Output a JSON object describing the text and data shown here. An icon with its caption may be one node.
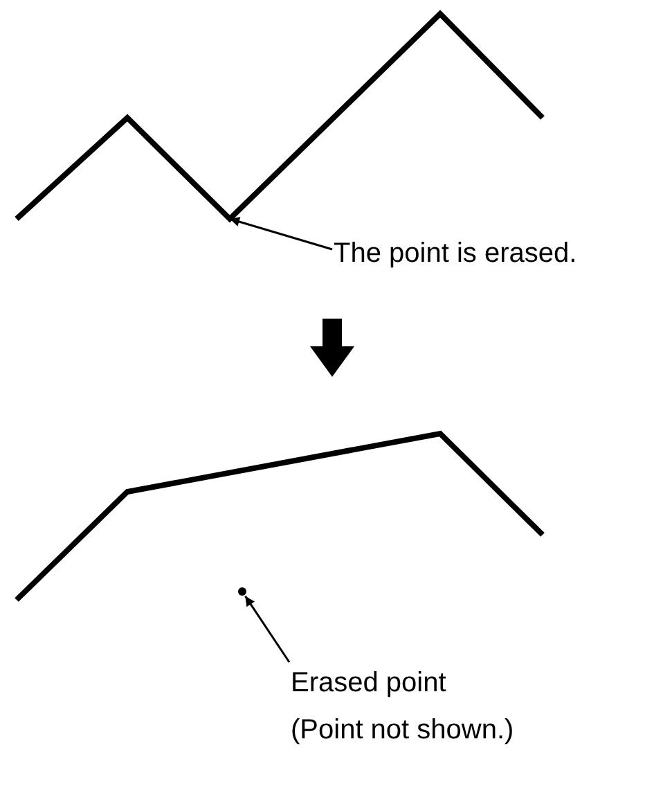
{
  "diagram": {
    "nodes": [
      {
        "text": [
          "The point is erased."
        ]
      },
      {
        "text": [],
        "shape": "dot"
      },
      {
        "text": [
          "Erased point",
          "(Point not shown.)"
        ]
      }
    ],
    "edges": [
      {
        "from": 0,
        "to": null,
        "arrow": "to"
      },
      {
        "from": 2,
        "to": 1,
        "arrow": "to"
      }
    ]
  }
}
